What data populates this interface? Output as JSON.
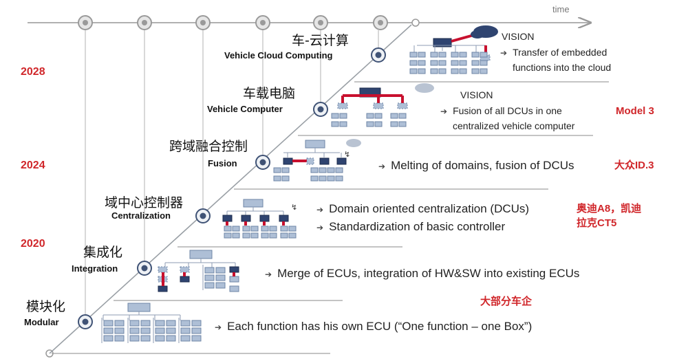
{
  "timeline": {
    "label": "time"
  },
  "years": [
    "2028",
    "2024",
    "2020"
  ],
  "stages": [
    {
      "cn": "模块化",
      "en": "Modular",
      "desc": "Each function has his own ECU (“One function – one Box”)"
    },
    {
      "cn": "集成化",
      "en": "Integration",
      "desc": "Merge of ECUs, integration of HW&SW into existing ECUs"
    },
    {
      "cn": "域中心控制器",
      "en": "Centralization",
      "desc": [
        "Domain oriented centralization (DCUs)",
        "Standardization of basic controller"
      ]
    },
    {
      "cn": "跨域融合控制",
      "en": "Fusion",
      "desc": "Melting of domains, fusion of DCUs"
    },
    {
      "cn": "车载电脑",
      "en": "Vehicle Computer",
      "vision": "VISION",
      "desc": [
        "Fusion of all DCUs in one",
        "centralized vehicle computer"
      ]
    },
    {
      "cn": "车-云计算",
      "en": "Vehicle Cloud Computing",
      "vision": "VISION",
      "desc": [
        "Transfer of embedded",
        "functions into  the cloud"
      ]
    }
  ],
  "notes": {
    "model3": "Model 3",
    "id3": "大众ID.3",
    "audi": [
      "奥迪A8，凯迪",
      "拉克CT5"
    ],
    "most": "大部分车企"
  },
  "colors": {
    "accent": "#d0262a",
    "box_fill": "#aebfd6",
    "box_stroke": "#6e84a6",
    "dark_box": "#2f4470",
    "red_link": "#c8102e"
  },
  "icons": [
    "arrow-icon",
    "stage-marker-icon",
    "cloud-icon",
    "wireless-icon"
  ]
}
